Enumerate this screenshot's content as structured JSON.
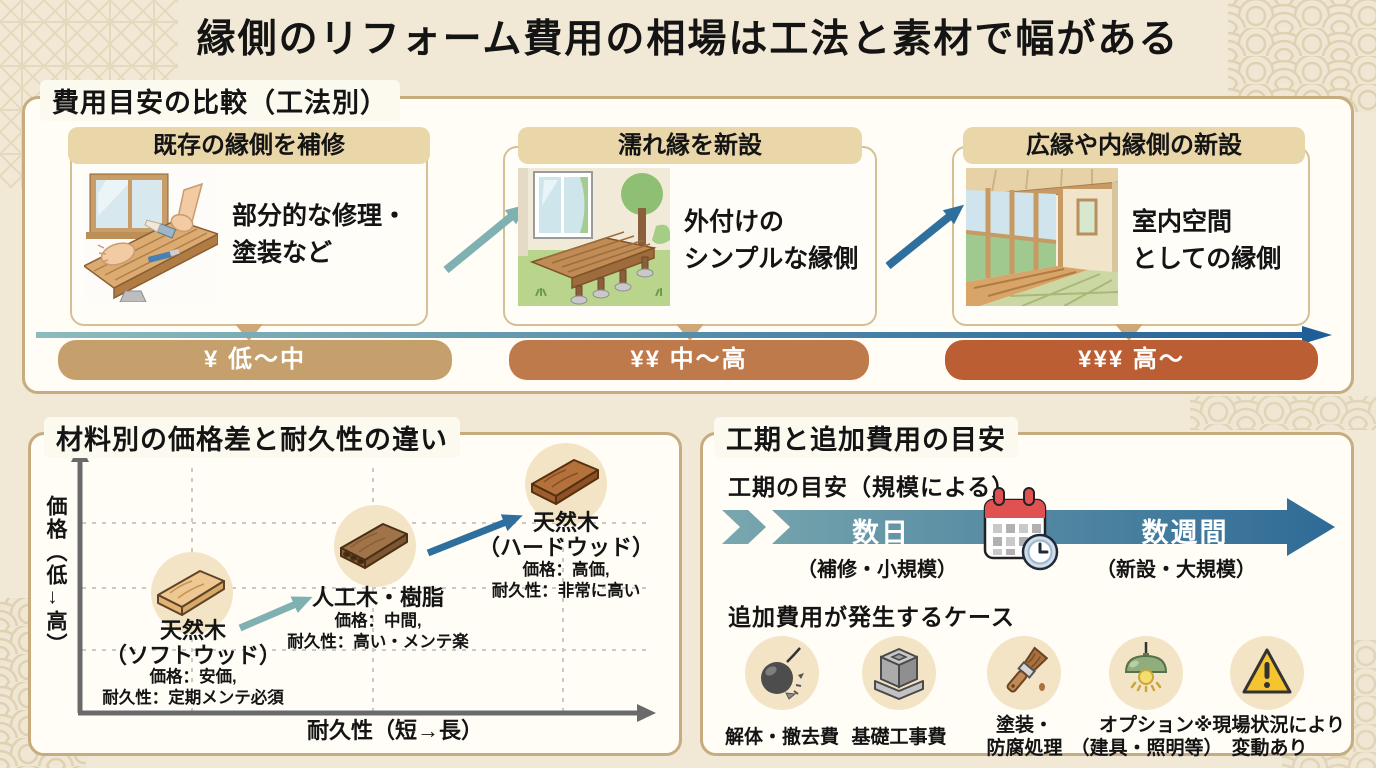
{
  "title": "縁側のリフォーム費用の相場は工法と素材で幅がある",
  "comparison": {
    "label": "費用目安の比較（工法別）",
    "cards": [
      {
        "header": "既存の縁側を補修",
        "illustration": "hands-repairing-and-painting-deck",
        "desc": "部分的な修理・\n塗装など",
        "price": "¥ 低〜中"
      },
      {
        "header": "濡れ縁を新設",
        "illustration": "outdoor-wooden-deck-by-house",
        "desc": "外付けの\nシンプルな縁側",
        "price": "¥¥ 中〜高"
      },
      {
        "header": "広縁や内縁側の新設",
        "illustration": "indoor-engawa-with-tatami",
        "desc": "室内空間\nとしての縁側",
        "price": "¥¥¥ 高〜"
      }
    ]
  },
  "materials": {
    "label": "材料別の価格差と耐久性の違い",
    "y_axis": "価格（低→高）",
    "x_axis": "耐久性（短→長）",
    "points": [
      {
        "name": "天然木\n（ソフトウッド）",
        "details": "価格：安価,\n耐久性：定期メンテ必須"
      },
      {
        "name": "人工木・樹脂",
        "details": "価格：中間,\n耐久性：高い・メンテ楽"
      },
      {
        "name": "天然木\n（ハードウッド）",
        "details": "価格：高価,\n耐久性：非常に高い"
      }
    ]
  },
  "schedule": {
    "label": "工期と追加費用の目安",
    "subtitle": "工期の目安（規模による）",
    "timeline": {
      "left_term": "数日",
      "left_note": "（補修・小規模）",
      "right_term": "数週間",
      "right_note": "（新設・大規模）",
      "icon": "calendar-clock-icon"
    },
    "extra_title": "追加費用が発生するケース",
    "extra_items": [
      {
        "icon": "wrecking-ball-icon",
        "label": "解体・撤去費"
      },
      {
        "icon": "foundation-block-icon",
        "label": "基礎工事費"
      },
      {
        "icon": "paintbrush-icon",
        "label": "塗装・\n防腐処理"
      },
      {
        "icon": "pendant-lamp-icon",
        "label": "オプション\n（建具・照明等）"
      },
      {
        "icon": "warning-triangle-icon",
        "label": "※現場状況により\n変動あり"
      }
    ]
  },
  "chart_data": {
    "type": "scatter",
    "title": "材料別の価格差と耐久性の違い",
    "xlabel": "耐久性（短→長）",
    "ylabel": "価格（低→高）",
    "grid": true,
    "points": [
      {
        "label": "天然木（ソフトウッド）",
        "durability": "短",
        "price": "低",
        "note": "価格：安価, 耐久性：定期メンテ必須"
      },
      {
        "label": "人工木・樹脂",
        "durability": "中",
        "price": "中",
        "note": "価格：中間, 耐久性：高い・メンテ楽"
      },
      {
        "label": "天然木（ハードウッド）",
        "durability": "長",
        "price": "高",
        "note": "価格：高価, 耐久性：非常に高い"
      }
    ]
  },
  "colors": {
    "background": "#f1e9d5",
    "panel_border": "#c6ac7f",
    "card_header": "#e9d6a9",
    "price_low": "#c5a06c",
    "price_mid": "#bf7a4b",
    "price_high": "#bc5e33",
    "teal": "#7aa8ae",
    "blue": "#2e6a97"
  }
}
